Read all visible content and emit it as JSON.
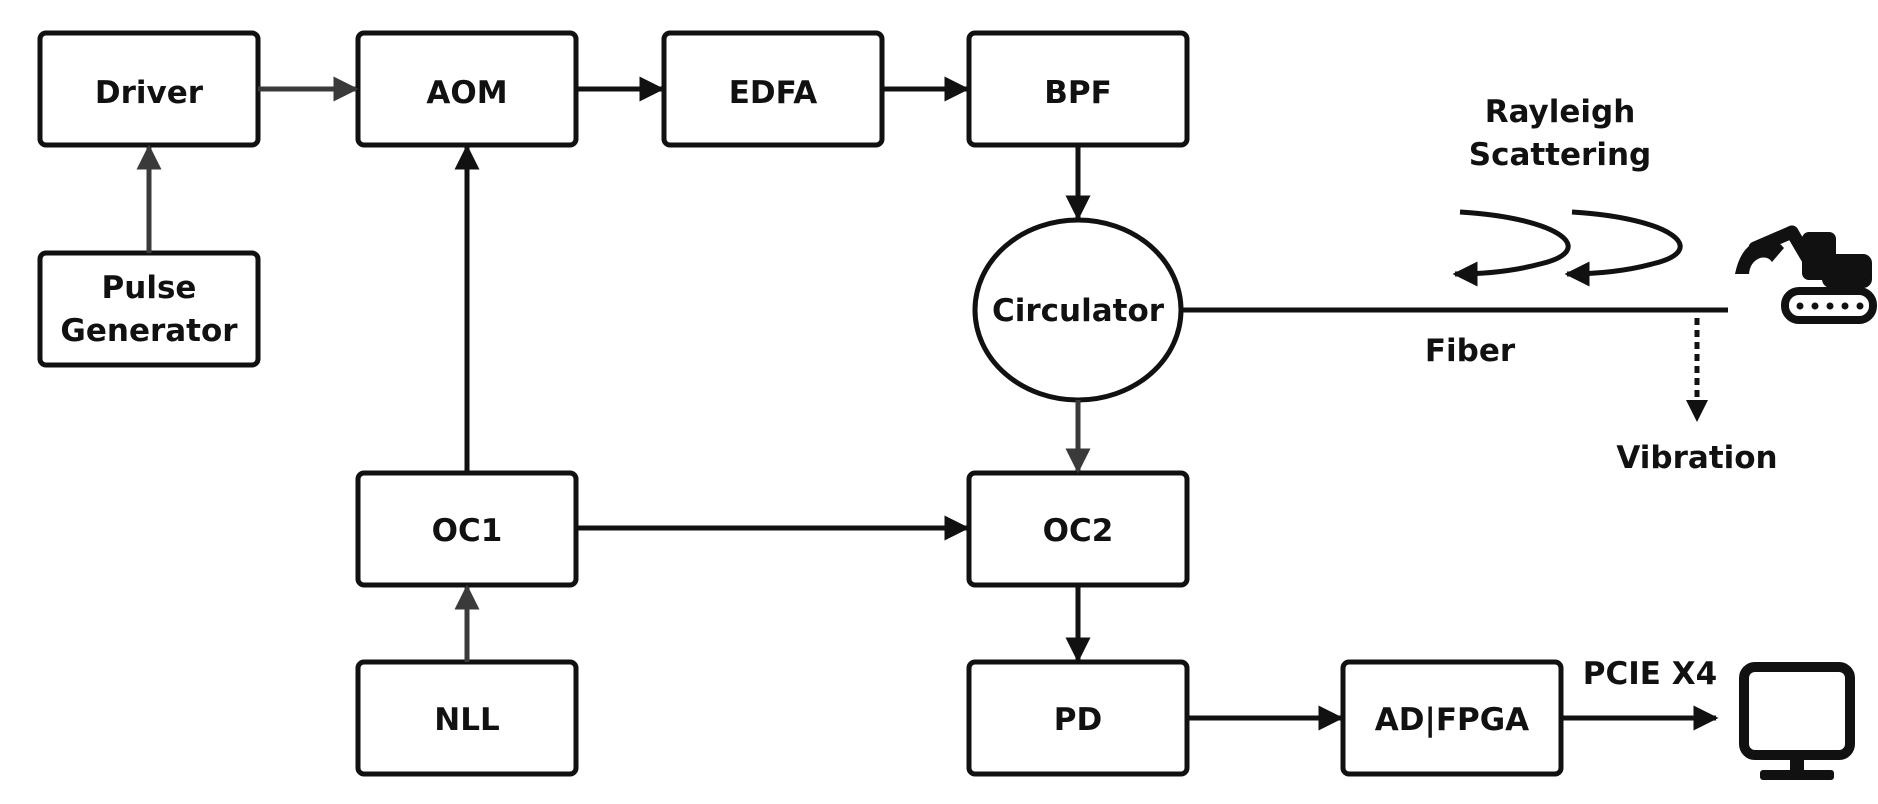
{
  "blocks": {
    "driver": "Driver",
    "aom": "AOM",
    "edfa": "EDFA",
    "bpf": "BPF",
    "pulse_generator": [
      "Pulse",
      "Generator"
    ],
    "circulator": "Circulator",
    "oc1": "OC1",
    "oc2": "OC2",
    "nll": "NLL",
    "pd": "PD",
    "ad_fpga": "AD|FPGA"
  },
  "labels": {
    "rayleigh_scattering": [
      "Rayleigh",
      "Scattering"
    ],
    "fiber": "Fiber",
    "vibration": "Vibration",
    "pcie": "PCIE X4"
  },
  "icons": {
    "excavator": "excavator-icon",
    "computer": "monitor-icon"
  }
}
